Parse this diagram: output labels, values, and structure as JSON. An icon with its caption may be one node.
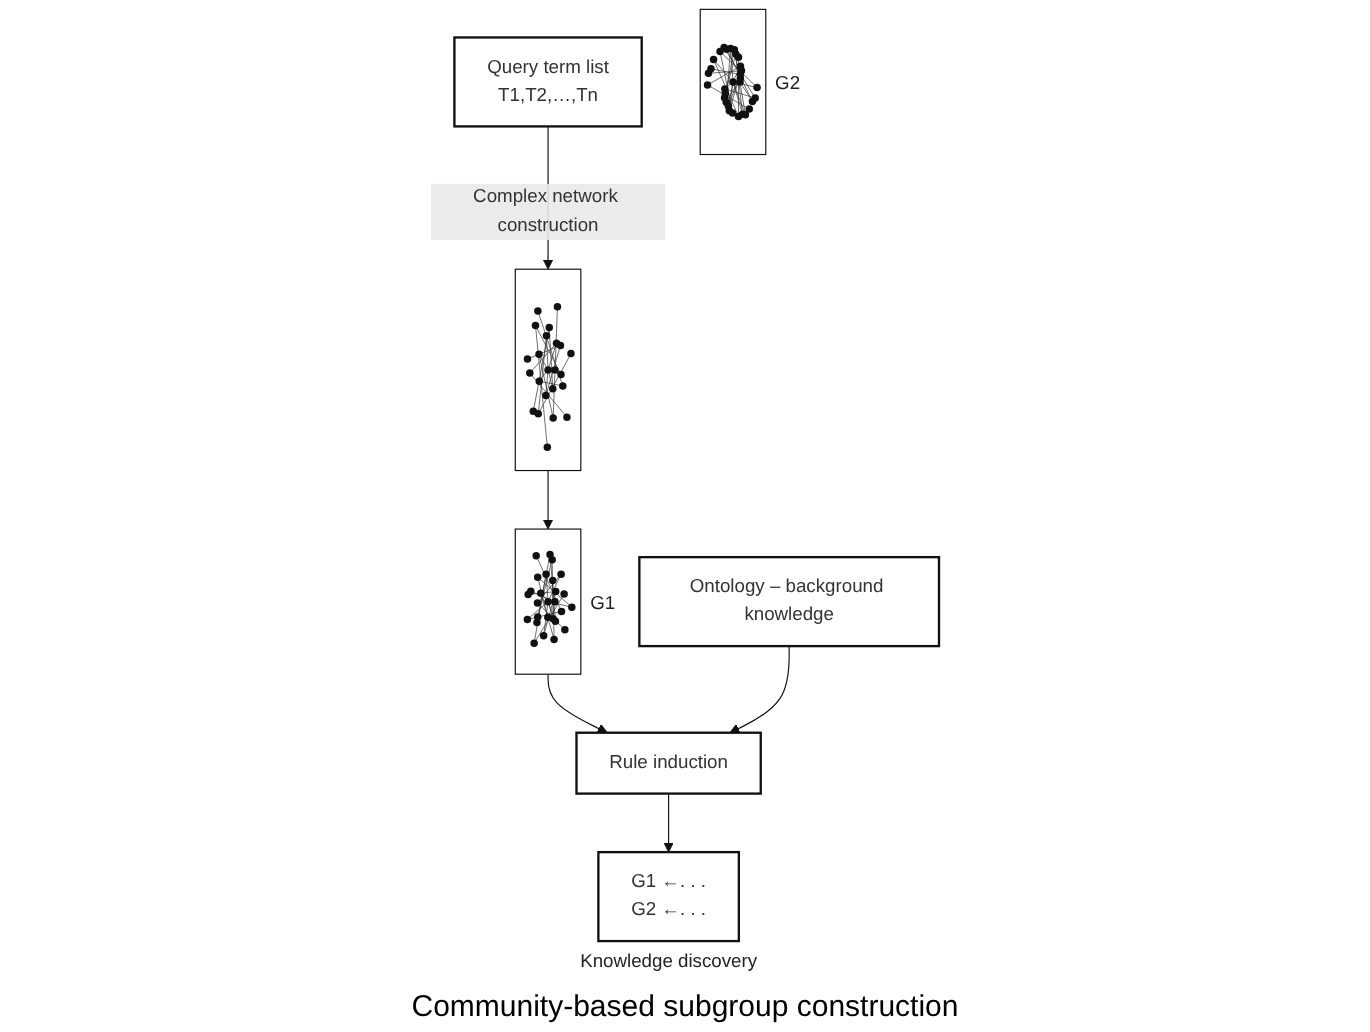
{
  "diagram": {
    "nodes": [
      {
        "text": [
          "Query term list",
          "T1,T2,…,Tn"
        ]
      },
      {
        "text": [],
        "shape": "picture"
      },
      {
        "text": [],
        "shape": "picture",
        "beside": [
          "G1"
        ]
      },
      {
        "text": [],
        "shape": "picture",
        "beside": [
          "G2"
        ]
      },
      {
        "text": [
          "Ontology – background knowledge"
        ]
      },
      {
        "text": [
          "Rule induction"
        ]
      },
      {
        "text": [
          "G1 ←. . .",
          "G2 ←. . ."
        ],
        "beside": [
          "Knowledge discovery"
        ]
      }
    ],
    "edges": [
      {
        "from": 0,
        "to": 1,
        "arrow": "to",
        "label": "Complex network construction"
      },
      {
        "from": 1,
        "to": 2,
        "arrow": "to"
      },
      {
        "from": 2,
        "to": 5,
        "arrow": "to"
      },
      {
        "from": 4,
        "to": 5,
        "arrow": "to"
      },
      {
        "from": 5,
        "to": 6,
        "arrow": "to"
      }
    ],
    "labels": [
      "Community-based subgroup construction"
    ]
  }
}
